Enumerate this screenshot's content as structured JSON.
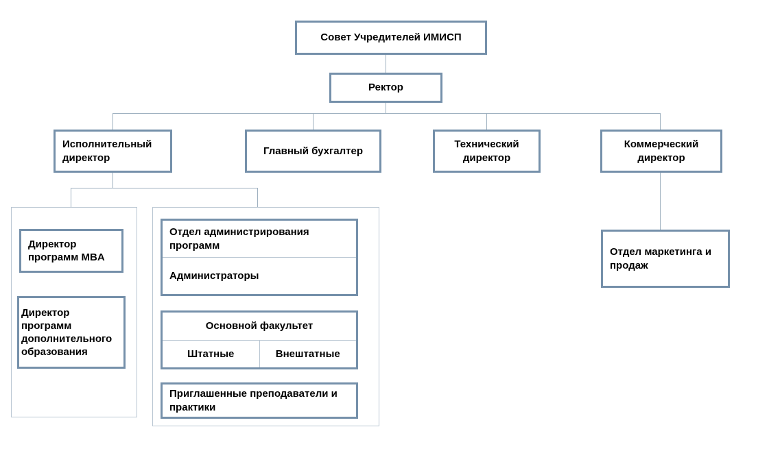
{
  "diagram": {
    "title_text": "Совет Учредителей ИМИСП",
    "colors": {
      "box_border": "#7590aa",
      "container_border": "#b9c6d2",
      "connector": "#8fa6b8",
      "background": "#ffffff",
      "text": "#000000"
    }
  },
  "nodes": {
    "board": {
      "label": "Совет Учредителей ИМИСП"
    },
    "rector": {
      "label": "Ректор"
    },
    "executive_director": {
      "label": "Исполнительный директор"
    },
    "chief_accountant": {
      "label": "Главный бухгалтер"
    },
    "technical_director": {
      "label": "Технический директор"
    },
    "commercial_director": {
      "label": "Коммерческий директор"
    },
    "mba_director": {
      "label": "Директор программ MBA"
    },
    "further_education_director": {
      "label": "Директор программ дополнительного образования"
    },
    "program_admin_dept": {
      "label": "Отдел администрирования программ"
    },
    "administrators": {
      "label": "Администраторы"
    },
    "main_faculty": {
      "label": "Основной факультет"
    },
    "staff_teachers": {
      "label": "Штатные"
    },
    "freelance_teachers": {
      "label": "Внештатные"
    },
    "invited_lecturers": {
      "label": "Приглашенные преподаватели и практики"
    },
    "marketing_sales_dept": {
      "label": "Отдел маркетинга и продаж"
    }
  }
}
